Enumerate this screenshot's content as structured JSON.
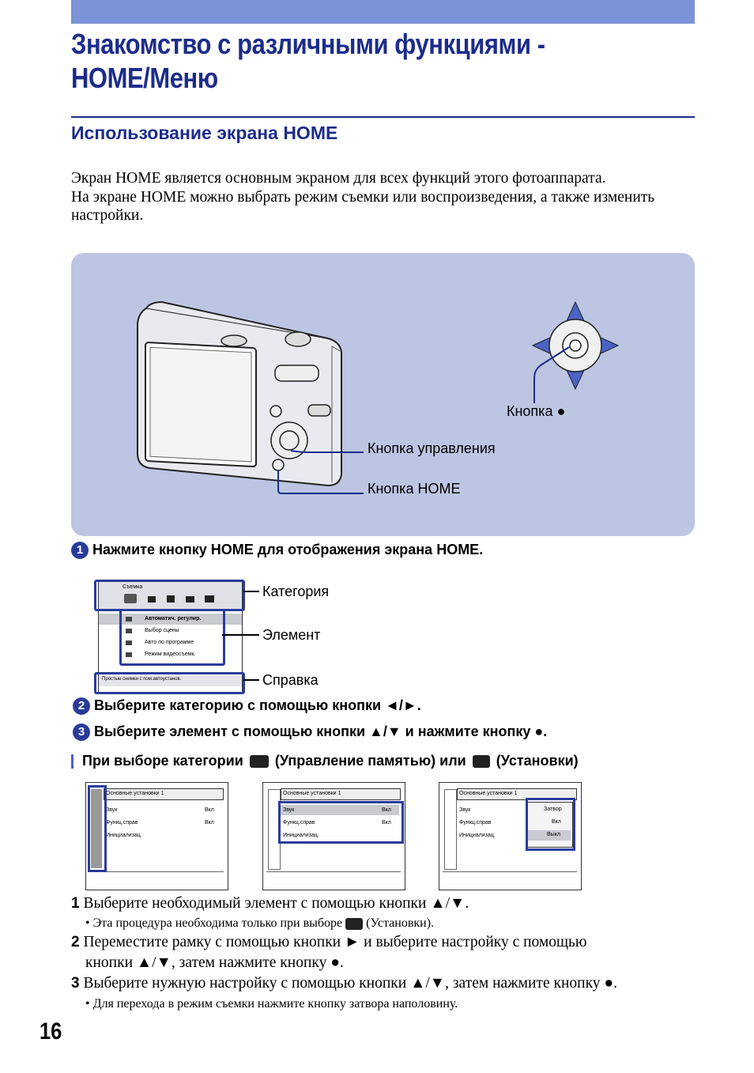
{
  "header": {
    "title_line1": "Знакомство с различными функциями -",
    "title_line2": "HOME/Меню",
    "subtitle": "Использование экрана HOME"
  },
  "intro": {
    "p1": "Экран HOME является основным экраном для всех функций этого фотоаппарата.",
    "p2": "На экране HOME можно выбрать режим съемки или воспроизведения, а также изменить настройки."
  },
  "diagram": {
    "label_button_center": "Кнопка ●",
    "label_control_button": "Кнопка управления",
    "label_home_button": "Кнопка HOME"
  },
  "steps": {
    "s1_num": "1",
    "s1_text": "Нажмите кнопку HOME для отображения экрана HOME.",
    "s2_num": "2",
    "s2_text": "Выберите категорию с помощью кнопки ◄/►.",
    "s3_num": "3",
    "s3_text": "Выберите элемент с помощью кнопки ▲/▼ и нажмите кнопку ●."
  },
  "home_screen": {
    "category_title": "Съемка",
    "items": [
      "Автоматич. регулир.",
      "Выбор сцены",
      "Авто по программе",
      "Режим видеосъемк."
    ],
    "help_text": "Простые снимки с пом.автоустанов.",
    "callout_category": "Категория",
    "callout_element": "Элемент",
    "callout_help": "Справка"
  },
  "memory_section": {
    "heading_part1": "При выборе категории",
    "heading_part2": "(Управление памятью) или",
    "heading_part3": "(Установки)"
  },
  "settings_screens": {
    "header": "Основные установки 1",
    "rows": [
      {
        "name": "Звук",
        "value": "Вкл"
      },
      {
        "name": "Функц.справ",
        "value": "Вкл"
      },
      {
        "name": "Инициализац.",
        "value": ""
      }
    ],
    "popup_options": [
      "Затвор",
      "Вкл",
      "Выкл"
    ]
  },
  "substeps": {
    "n1": "1",
    "t1": "Выберите необходимый элемент с помощью кнопки ▲/▼.",
    "b1_part1": "• Эта процедура необходима только при выборе",
    "b1_part2": "(Установки).",
    "n2": "2",
    "t2a": "Переместите рамку с помощью кнопки ► и выберите настройку с помощью",
    "t2b": "кнопки ▲/▼, затем нажмите кнопку ●.",
    "n3": "3",
    "t3": "Выберите нужную настройку с помощью кнопки ▲/▼, затем нажмите кнопку ●.",
    "b3": "• Для перехода в режим съемки нажмите кнопку затвора наполовину."
  },
  "footer": {
    "page_number": "16"
  },
  "colors": {
    "accent": "#1c2c8c",
    "topbar": "#7b94d8",
    "panel": "#bcc5e2",
    "highlight": "#2a3c9a"
  }
}
